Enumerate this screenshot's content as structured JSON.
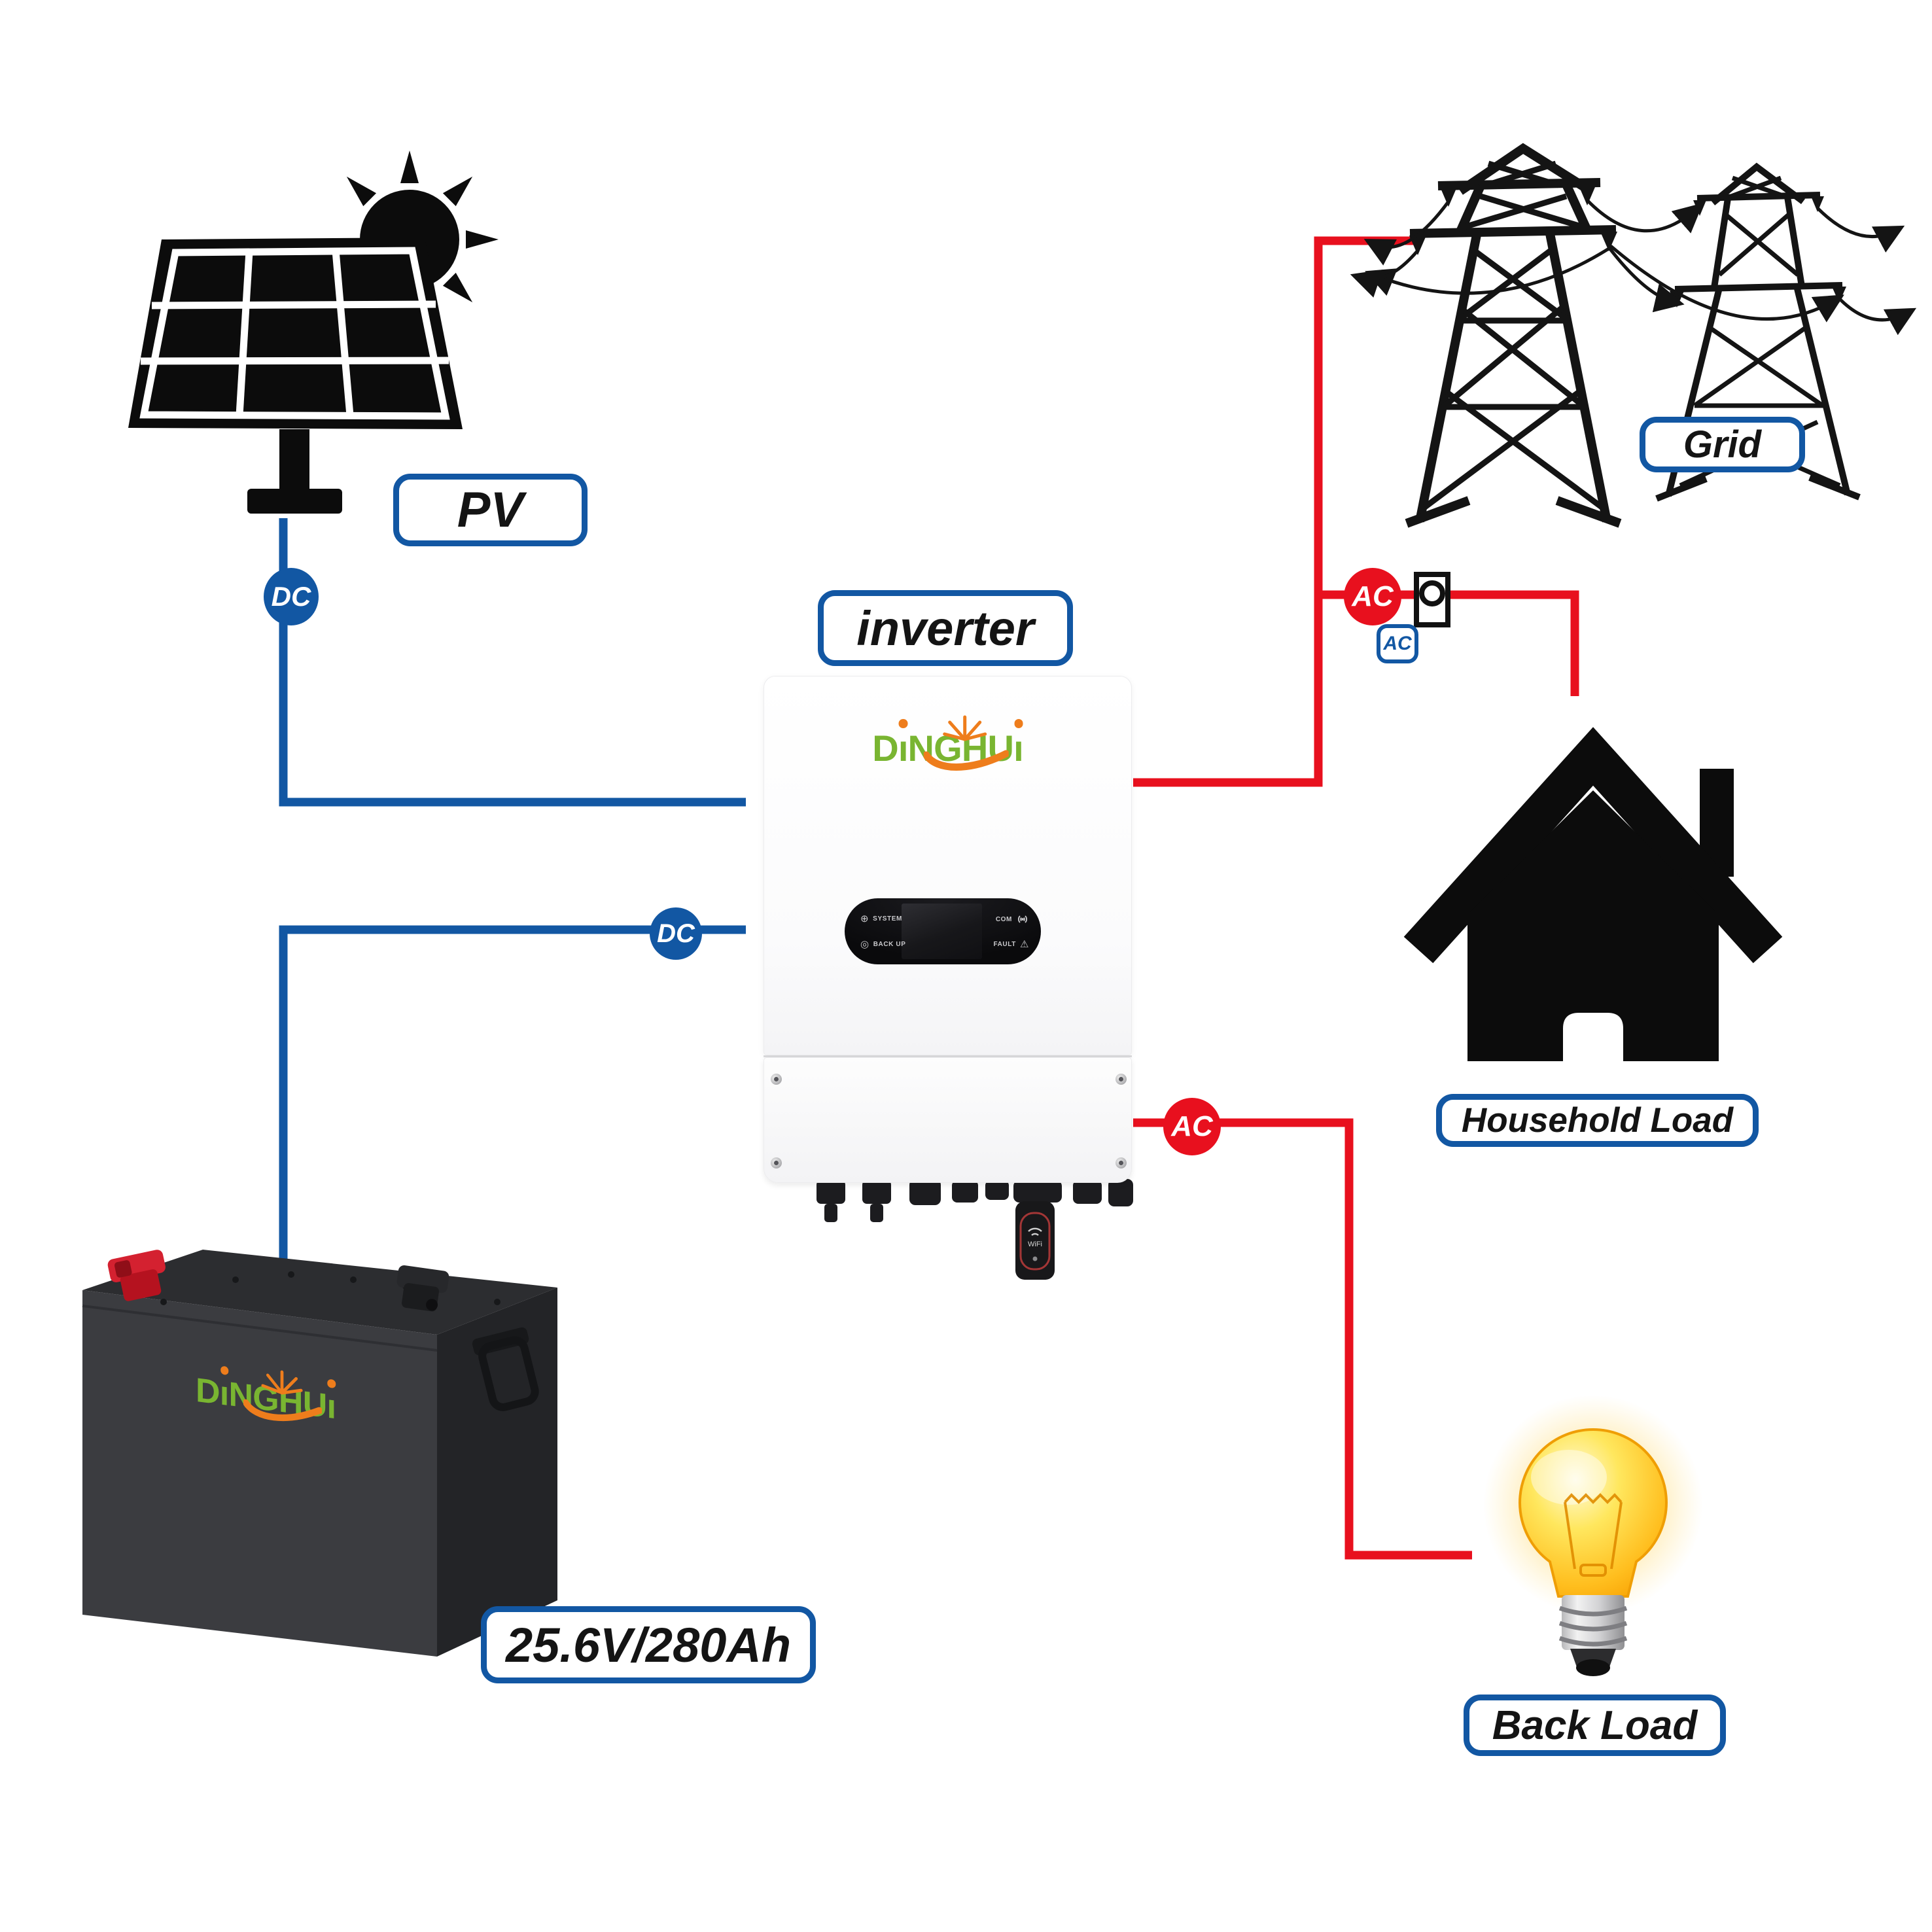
{
  "colors": {
    "blue": "#1257a3",
    "red": "#e8101e",
    "logo_green": "#79b531",
    "logo_orange": "#ee7d1c"
  },
  "labels": {
    "pv": "PV",
    "inverter": "inverter",
    "grid": "Grid",
    "household_load": "Household Load",
    "back_load": "Back Load",
    "battery_spec": "25.6V/280Ah"
  },
  "badges": {
    "dc_pv": "DC",
    "dc_battery": "DC",
    "ac_grid": "AC",
    "ac_grid_outlet": "AC",
    "ac_back": "AC"
  },
  "brand": {
    "name": "DINGHUI"
  },
  "inverter_panel": {
    "system": "SYSTEM",
    "back_up": "BACK UP",
    "com": "COM",
    "fault": "FAULT"
  },
  "wifi_dongle": {
    "label": "WiFi"
  }
}
